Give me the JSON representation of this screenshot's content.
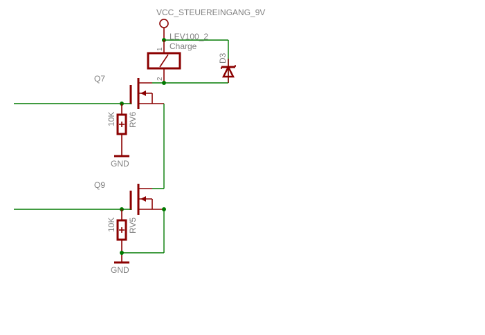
{
  "supply": {
    "net_label": "VCC_STEUEREINGANG_9V"
  },
  "relay": {
    "name": "LEV100_2",
    "value": "Charge",
    "pin1": "1",
    "pin2": "2"
  },
  "diode": {
    "name": "D3"
  },
  "transistors": [
    {
      "name": "Q7"
    },
    {
      "name": "Q9"
    }
  ],
  "resistors": [
    {
      "name": "RV6",
      "value": "10K"
    },
    {
      "name": "RV5",
      "value": "10K"
    }
  ],
  "grounds": [
    {
      "label": "GND"
    },
    {
      "label": "GND"
    }
  ],
  "colors": {
    "wire": "#007a00",
    "part": "#8b0000",
    "label": "#808080",
    "background": "#ffffff"
  }
}
